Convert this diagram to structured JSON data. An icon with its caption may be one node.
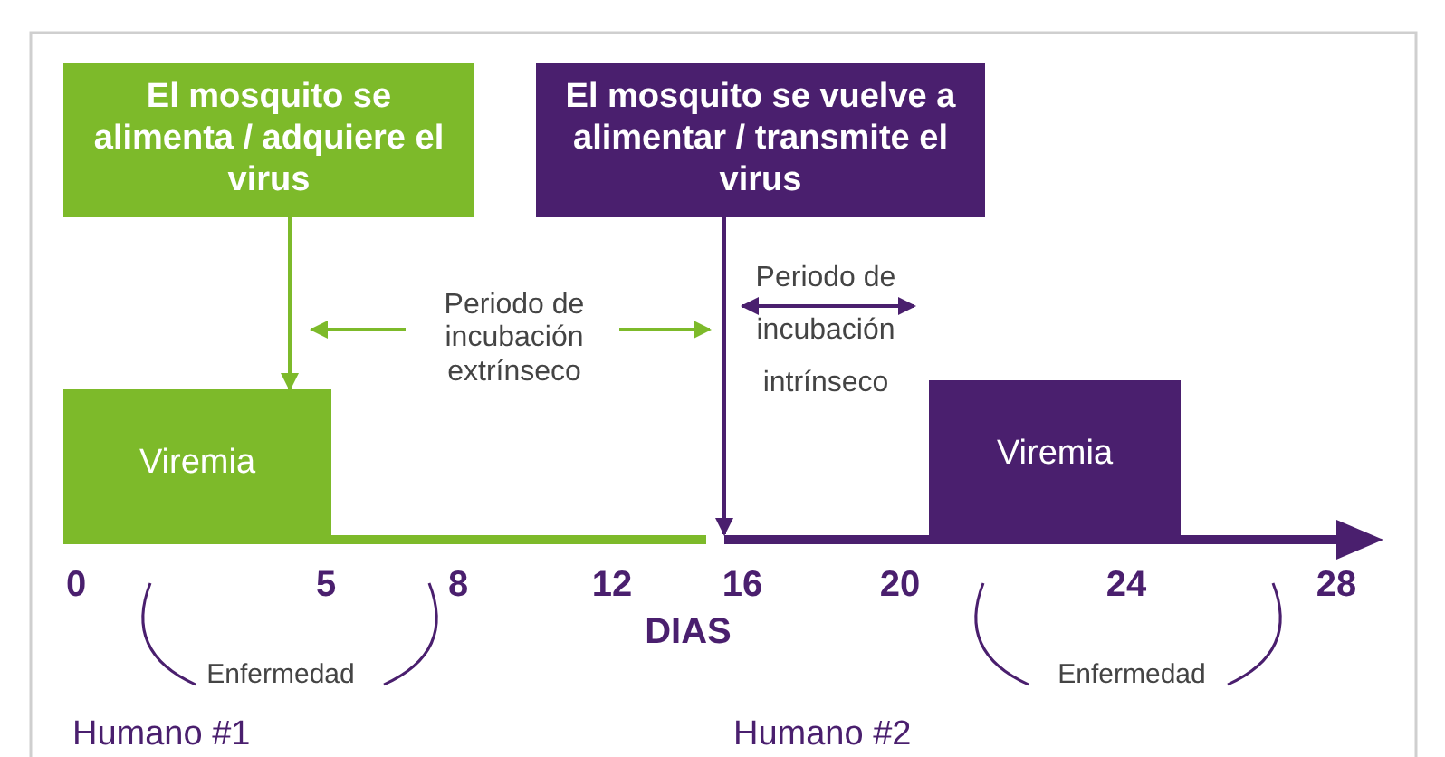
{
  "diagram": {
    "nodes": [
      {
        "text": [
          "El mosquito se alimenta / adquiere el virus"
        ]
      },
      {
        "text": [
          "El mosquito se vuelve a alimentar / transmite el virus"
        ]
      },
      {
        "text": [
          "Viremia"
        ]
      },
      {
        "text": [
          "Viremia"
        ]
      }
    ],
    "edges": [
      {
        "from": 0,
        "to": 2,
        "arrow": "to",
        "color": "#7dba2a"
      },
      {
        "from": 1,
        "to": null,
        "arrow": "to",
        "color": "#4a1f6e"
      }
    ],
    "labels": [
      "Periodo de incubación extrínseco",
      "Periodo de incubación intrínseco",
      "0",
      "5",
      "8",
      "12",
      "16",
      "20",
      "24",
      "28",
      "DIAS",
      "Enfermedad",
      "Enfermedad",
      "Humano #1",
      "Humano #2"
    ]
  }
}
